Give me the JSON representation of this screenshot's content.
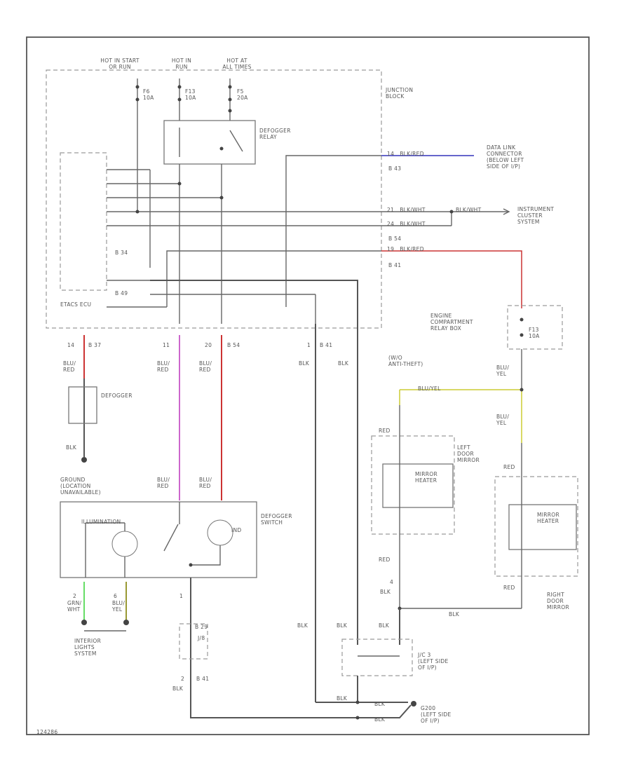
{
  "labels": {
    "hot_start": [
      "HOT IN START",
      "OR RUN"
    ],
    "hot_run": [
      "HOT IN",
      "RUN"
    ],
    "hot_all": [
      "HOT AT",
      "ALL TIMES"
    ],
    "f6": [
      "F6",
      "10A"
    ],
    "f13": [
      "F13",
      "10A"
    ],
    "f5": [
      "F5",
      "20A"
    ],
    "junction_block": [
      "JUNCTION",
      "BLOCK"
    ],
    "defogger_relay": [
      "DEFOGGER",
      "RELAY"
    ],
    "data_link": [
      "DATA LINK",
      "CONNECTOR",
      "(BELOW LEFT",
      "SIDE OF I/P)"
    ],
    "instrument": [
      "INSTRUMENT",
      "CLUSTER",
      "SYSTEM"
    ],
    "b43": "B 43",
    "b54": "B 54",
    "b41": "B 41",
    "b49": "B 49",
    "b34": "B 34",
    "etacs": "ETACS ECU",
    "wire_data": "14   BLK/RED",
    "wire_inst1": "21   BLK/WHT",
    "wire_inst1b": "BLK/WHT",
    "wire_inst2": "24   BLK/WHT",
    "wire_engine": "19   BLK/RED",
    "engine_relay": [
      "ENGINE",
      "COMPARTMENT",
      "RELAY BOX"
    ],
    "f13b": [
      "F13",
      "10A"
    ],
    "pin14": "14",
    "b37": "B 37",
    "pin11": "11",
    "pin20": "20",
    "b54b": "B 54",
    "pin1": "1",
    "b41b": "B 41",
    "blk_a": "BLK",
    "blk_b": "BLK",
    "anti_theft": [
      "(W/O",
      "ANTI-THEFT)"
    ],
    "blu_red_a": [
      "BLU/",
      "RED"
    ],
    "blu_red_b": [
      "BLU/",
      "RED"
    ],
    "blu_red_c": [
      "BLU/",
      "RED"
    ],
    "defogger": "DEFOGGER",
    "blk_c": "BLK",
    "ground_loc": [
      "GROUND",
      "(LOCATION",
      "UNAVAILABLE)"
    ],
    "blu_red_d": [
      "BLU/",
      "RED"
    ],
    "blu_red_e": [
      "BLU/",
      "RED"
    ],
    "defogger_switch": [
      "DEFOGGER",
      "SWITCH"
    ],
    "illumination": "ILLUMINATION",
    "ind": "IND",
    "blu_yel_a": [
      "BLU/",
      "YEL"
    ],
    "blu_yel_top": "BLU/YEL",
    "blu_yel_b": [
      "BLU/",
      "YEL"
    ],
    "red_a": "RED",
    "left_mirror": [
      "LEFT",
      "DOOR",
      "MIRROR"
    ],
    "mirror_heater_l": [
      "MIRROR",
      "HEATER"
    ],
    "red_b": "RED",
    "mirror_heater_r": [
      "MIRROR",
      "HEATER"
    ],
    "red_c": "RED",
    "pin4": "4",
    "blk_d": "BLK",
    "red_d": "RED",
    "blk_e": "BLK",
    "right_mirror": [
      "RIGHT",
      "DOOR",
      "MIRROR"
    ],
    "pin2": "2",
    "grn_wht": [
      "GRN/",
      "WHT"
    ],
    "pin6": "6",
    "blu_yel_c": [
      "BLU/",
      "YEL"
    ],
    "interior": [
      "INTERIOR",
      "LIGHTS",
      "SYSTEM"
    ],
    "pin1b": "1",
    "b29": "B 29",
    "j8": "J/8",
    "pin2b": "2",
    "b41c": "B 41",
    "blk_f": "BLK",
    "blk_g": "BLK",
    "blk_h": "BLK",
    "blk_i": "BLK",
    "jc3": [
      "J/C 3",
      "(LEFT SIDE",
      "OF I/P)"
    ],
    "blk_j": "BLK",
    "blk_k": "BLK",
    "blk_l": "BLK",
    "g200": [
      "G200",
      "(LEFT SIDE",
      "OF I/P)"
    ],
    "footer": "124286"
  },
  "colors": {
    "blu_red": "#cc3333",
    "pink": "#cc66cc",
    "blue": "#3333bb",
    "red": "#cc3333",
    "yellow": "#cccc33",
    "green": "#66dd66",
    "olive": "#999933"
  }
}
